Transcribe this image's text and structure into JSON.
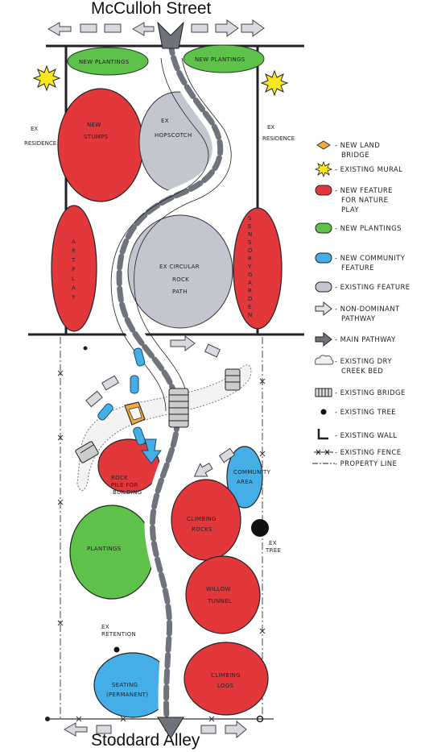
{
  "streets": {
    "north": "McCulloh Street",
    "south": "Stoddard Alley"
  },
  "side_labels": {
    "left": [
      "EX",
      "RESIDENCE"
    ],
    "right": [
      "EX",
      "RESIDENCE"
    ]
  },
  "areas": {
    "new_plantings_left": "NEW PLANTINGS",
    "new_plantings_right": "NEW PLANTINGS",
    "new_stumps": [
      "NEW",
      "STUMPS"
    ],
    "ex_hopscotch": [
      "EX",
      "HOPSCOTCH"
    ],
    "art_play": [
      "A",
      "R",
      "T",
      "P",
      "L",
      "A",
      "Y"
    ],
    "sensory_garden": [
      "S",
      "E",
      "N",
      "S",
      "O",
      "R",
      "Y",
      "G",
      "A",
      "R",
      "D",
      "E",
      "N"
    ],
    "ex_circular_rock_path": [
      "EX CIRCULAR",
      "ROCK",
      "PATH"
    ],
    "rock_pile": [
      "ROCK",
      "PILE FOR",
      "BUILDING"
    ],
    "community_area": [
      "COMMUNITY",
      "AREA"
    ],
    "climbing_rocks": [
      "CLIMBING",
      "ROCKS"
    ],
    "plantings": "PLANTINGS",
    "willow_tunnel": [
      "WILLOW",
      "TUNNEL"
    ],
    "ex_retention": [
      "EX",
      "RETENTION"
    ],
    "seating": [
      "SEATING",
      "(PERMANENT)"
    ],
    "climbing_logs": [
      "CLIMBING",
      "LOGS"
    ],
    "ex_tree": [
      "EX",
      "TREE"
    ]
  },
  "legend": [
    {
      "symbol": "land-bridge",
      "lines": [
        "- NEW LAND",
        "BRIDGE"
      ]
    },
    {
      "symbol": "mural",
      "lines": [
        "- EXISTING MURAL"
      ]
    },
    {
      "symbol": "red-pill",
      "lines": [
        "- NEW FEATURE",
        "FOR NATURE",
        "PLAY"
      ]
    },
    {
      "symbol": "green-pill",
      "lines": [
        "- NEW PLANTINGS"
      ]
    },
    {
      "symbol": "blue-pill",
      "lines": [
        "- NEW COMMUNITY",
        "FEATURE"
      ]
    },
    {
      "symbol": "gray-pill",
      "lines": [
        "- EXISTING FEATURE"
      ]
    },
    {
      "symbol": "hollow-arrow",
      "lines": [
        "- NON-DOMINANT",
        "PATHWAY"
      ]
    },
    {
      "symbol": "solid-arrow",
      "lines": [
        "- MAIN PATHWAY"
      ]
    },
    {
      "symbol": "cloud",
      "lines": [
        "- EXISTING DRY",
        "CREEK BED"
      ]
    },
    {
      "symbol": "bridge",
      "lines": [
        "- EXISTING BRIDGE"
      ]
    },
    {
      "symbol": "tree-dot",
      "lines": [
        "- EXISTING TREE"
      ]
    },
    {
      "symbol": "wall",
      "lines": [
        "- EXISTING WALL"
      ]
    },
    {
      "symbol": "fence",
      "lines": [
        "- EXISTING FENCE"
      ]
    },
    {
      "symbol": "property-line",
      "lines": [
        "- PROPERTY LINE"
      ]
    }
  ],
  "colors": {
    "red": "#e2383c",
    "green": "#5ec14a",
    "blue": "#45aee6",
    "gray": "#c4c6cf",
    "yellow": "#f9e61e",
    "orange": "#f4a93b",
    "path": "#6f737c"
  }
}
